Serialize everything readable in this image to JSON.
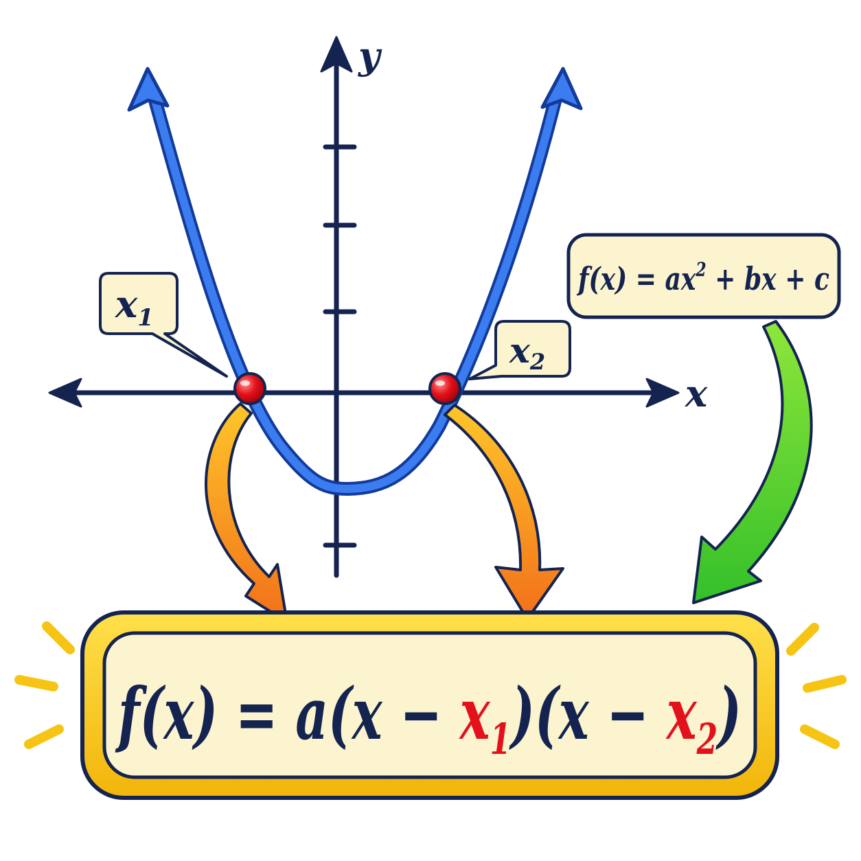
{
  "axes": {
    "x_label": "x",
    "y_label": "y"
  },
  "roots": {
    "x1": {
      "base": "x",
      "sub": "1"
    },
    "x2": {
      "base": "x",
      "sub": "2"
    }
  },
  "standard_form": {
    "prefix": "f(x) = ax",
    "exponent": "2",
    "suffix": " + bx + c"
  },
  "factored_form": {
    "lead": "f(x) = a(",
    "x_a": "x",
    "minus_a": " − ",
    "root1": "x",
    "root1_sub": "1",
    "mid": ")(",
    "x_b": "x",
    "minus_b": " − ",
    "root2": "x",
    "root2_sub": "2",
    "close": ")"
  },
  "colors": {
    "axis": "#14234f",
    "curve": "#2f6fe0",
    "curve_outline": "#123a9a",
    "root_point": "#e3111b",
    "callout_fill": "#fbf4cf",
    "callout_stroke": "#14234f",
    "orange_arrow": "#f59a1a",
    "green_arrow": "#5fd234",
    "result_box": "#f6c514",
    "root_text": "#e3111b"
  }
}
